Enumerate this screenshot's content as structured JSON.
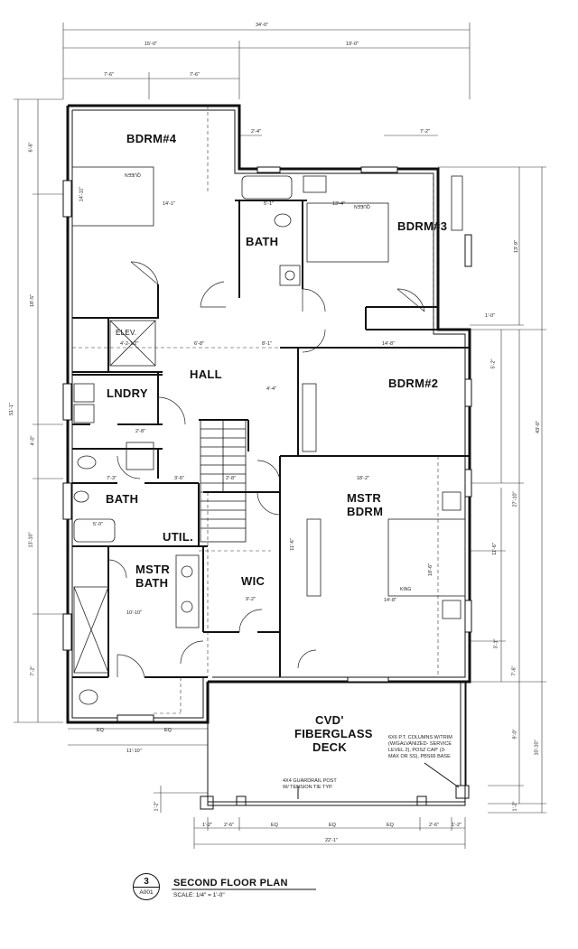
{
  "rooms": {
    "bdrm4": "BDRM#4",
    "bath_upper": "BATH",
    "bdrm3": "BDRM#3",
    "elev": "ELEV.",
    "hall": "HALL",
    "lndry": "LNDRY",
    "bdrm2": "BDRM#2",
    "bath_lower": "BATH",
    "mstr_bdrm_line1": "MSTR",
    "mstr_bdrm_line2": "BDRM",
    "util": "UTIL.",
    "mstr_bath_line1": "MSTR",
    "mstr_bath_line2": "BATH",
    "wic": "WIC",
    "deck_line1": "CVD'",
    "deck_line2": "FIBERGLASS",
    "deck_line3": "DECK"
  },
  "dimensions": {
    "overall_width": "34'-0\"",
    "left_half": "15'-0\"",
    "right_half": "19'-0\"",
    "bdrm4_a": "7'-6\"",
    "bdrm4_b": "7'-6\"",
    "bath_width": "2'-4\"",
    "bdrm3_window": "7'-2\"",
    "tub": "5'-1\"",
    "bdrm3_width": "13'-4\"",
    "bdrm4_width": "14'-1\"",
    "bdrm4_depth": "14'-11\"",
    "hall_a": "6'-8\"",
    "hall_b": "8'-1\"",
    "hall_c": "14'-8\"",
    "elev_size": "4'-2-1/2\"",
    "bdrm2_closet": "4'-4\"",
    "lndry_a": "2'-8\"",
    "bath_a": "7'-3\"",
    "bath_b": "3'-6\"",
    "stair_a": "2'-8\"",
    "bath_tub": "5'-0\"",
    "mstr_bdrm_width": "18'-2\"",
    "mstr_bdrm_depth": "18'-6\"",
    "mstr_bdrm_width2": "14'-8\"",
    "wic_width": "9'-2\"",
    "wic_depth": "11'-6\"",
    "mstr_bath": "10'-10\"",
    "bottom_eq1": "EQ",
    "bottom_eq2": "EQ",
    "left_bottom": "11'-10\"",
    "deck_overall": "22'-1\"",
    "deck_a": "1'-2\"",
    "deck_b": "2'-6\"",
    "deck_eq1": "EQ",
    "deck_eq2": "EQ",
    "deck_eq3": "EQ",
    "deck_c": "2'-6\"",
    "deck_d": "1'-2\"",
    "left_total": "51'-1\"",
    "left_top": "6'-6\"",
    "left_upper": "18'-5\"",
    "left_mid": "4'-0\"",
    "left_lower": "13'-10\"",
    "left_bottom_v": "7'-2\"",
    "right_top": "13'-9\"",
    "right_total": "43'-0\"",
    "right_a": "1'-0\"",
    "right_b": "5'-2\"",
    "right_c": "27'-10\"",
    "right_d": "11'-6\"",
    "right_e": "3'-1\"",
    "right_f": "7'-6\"",
    "right_g": "9'-0\"",
    "right_h": "10'-10\"",
    "right_i": "1'-2\"",
    "left_deck": "1'-2\""
  },
  "notes": {
    "columns": "6X6 P.T. COLUMNS W/TRIM (W/GALVANIZED- SERVICE LEVEL 2), POSZ CAP' (3-MAX OR SS), PBS66 BASE",
    "guardrail": "4X4 GUARDRAIL POST W/ TENSION TIE TYP."
  },
  "bed_labels": {
    "bdrm4": "QUEEN",
    "bdrm3": "QUEEN",
    "mstr": "KING"
  },
  "title_block": {
    "number": "3",
    "sheet": "A001",
    "title": "SECOND FLOOR PLAN",
    "scale": "SCALE:   1/4\" = 1'-0\""
  }
}
